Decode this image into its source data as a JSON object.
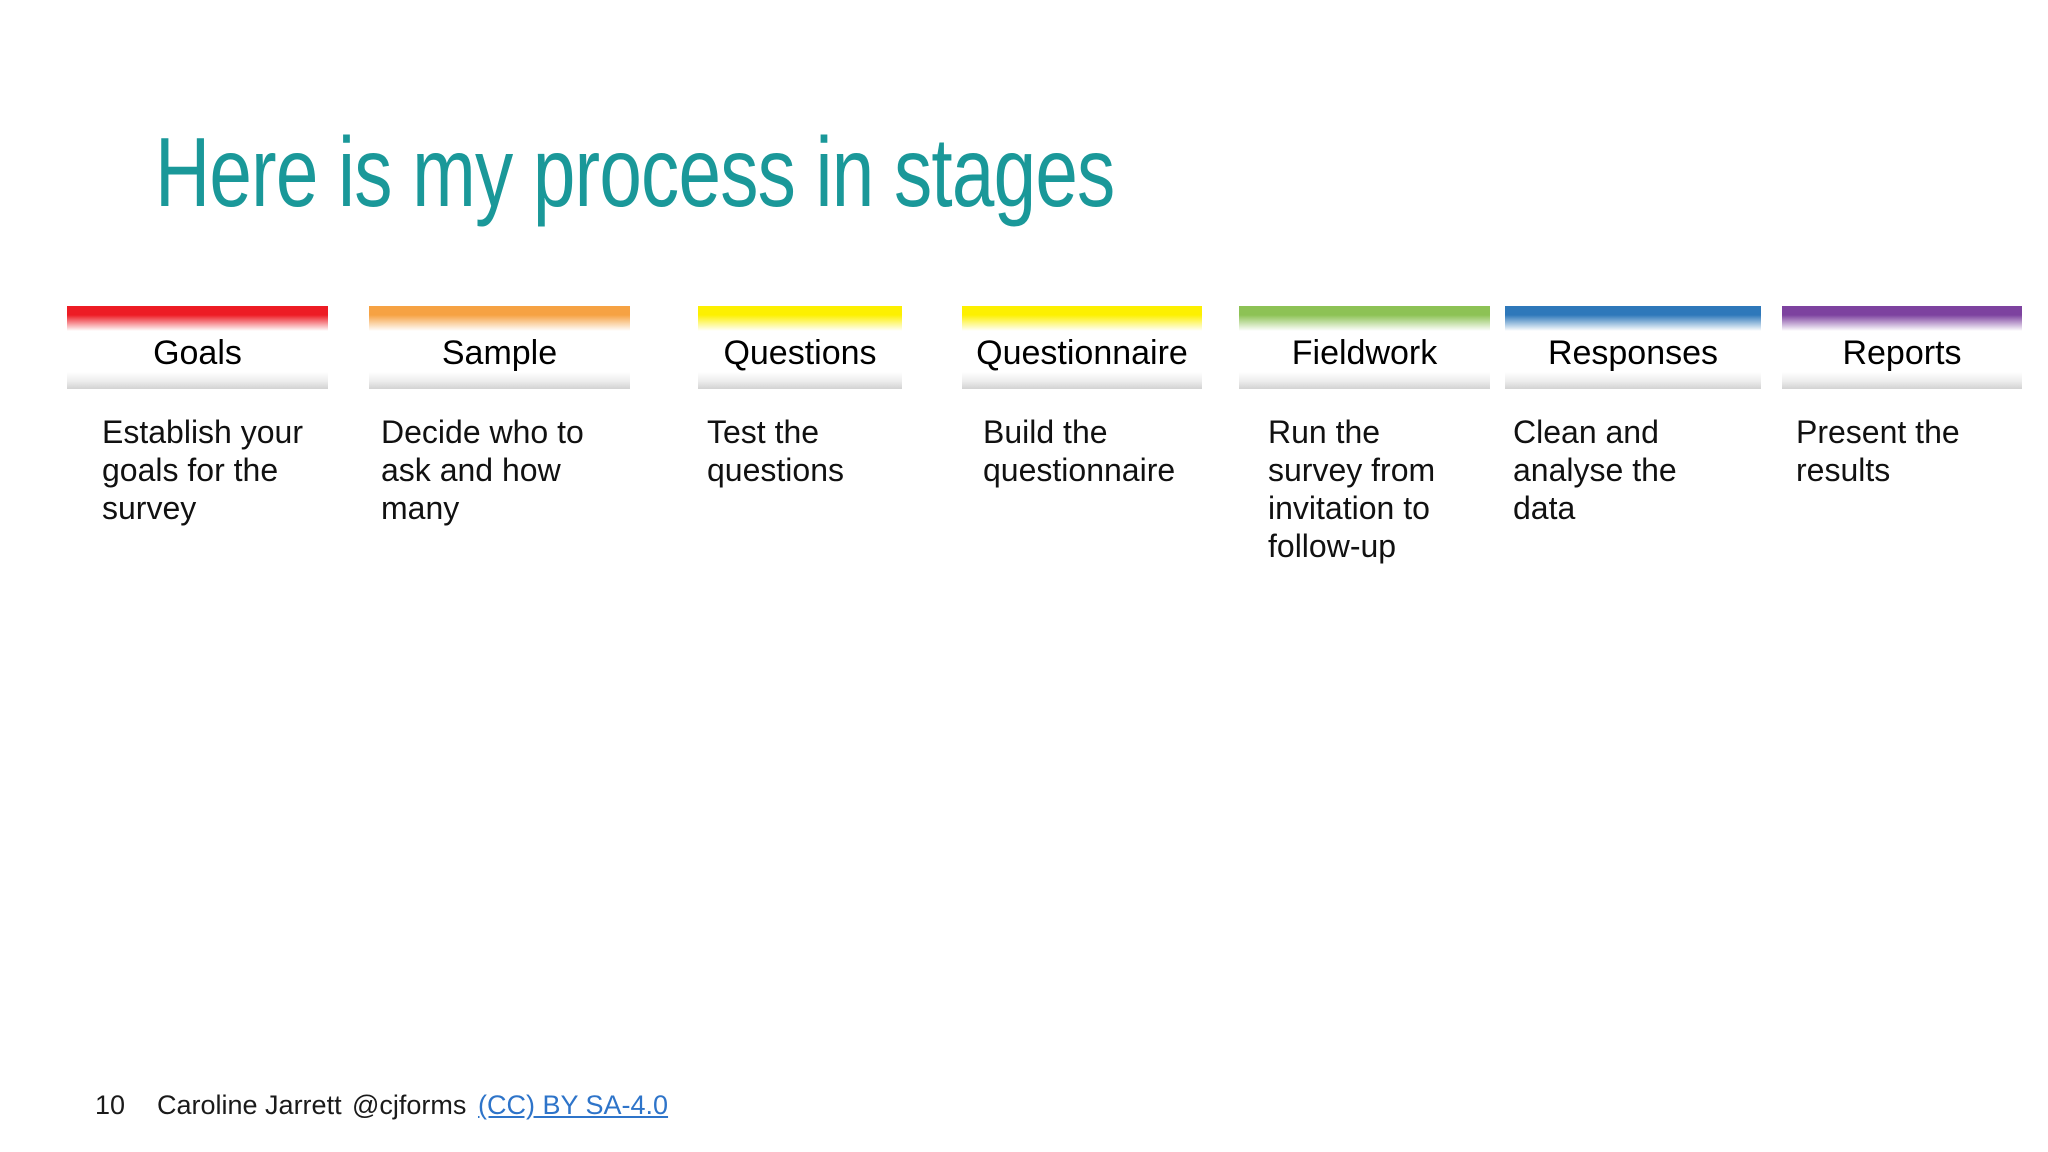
{
  "title": "Here is my process in stages",
  "colors": {
    "title_text": "#1a9899",
    "link_text": "#2e74c9",
    "divider_gray": "#d2d2d2"
  },
  "stages": [
    {
      "name": "Goals",
      "color": "#ed1c24",
      "description": "Establish your\ngoals for the\nsurvey"
    },
    {
      "name": "Sample",
      "color": "#f6a243",
      "description": "Decide who to\nask and how\nmany"
    },
    {
      "name": "Questions",
      "color": "#fdf000",
      "description": "Test the\nquestions"
    },
    {
      "name": "Questionnaire",
      "color": "#fdf000",
      "description": "Build the\nquestionnaire"
    },
    {
      "name": "Fieldwork",
      "color": "#8dc255",
      "description": "Run the\nsurvey from\ninvitation to\nfollow-up"
    },
    {
      "name": "Responses",
      "color": "#2e78ba",
      "description": "Clean and\nanalyse the\ndata"
    },
    {
      "name": "Reports",
      "color": "#7d429f",
      "description": "Present the\nresults"
    }
  ],
  "footer": {
    "page_number": "10",
    "author": "Caroline Jarrett",
    "handle": "@cjforms",
    "license_link": "(CC) BY SA-4.0"
  }
}
